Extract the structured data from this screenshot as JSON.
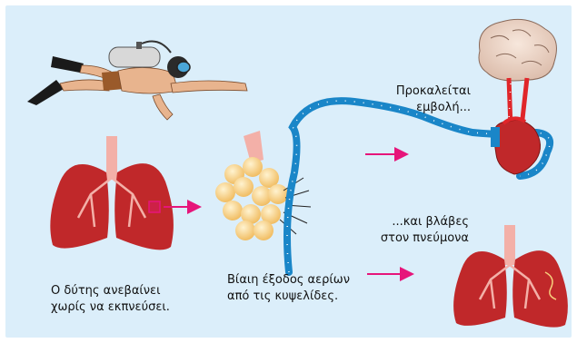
{
  "labels": {
    "diver_line1": "Ο δύτης ανεβαίνει",
    "diver_line2": "χωρίς να εκπνεύσει.",
    "gas_line1": "Βίαιη έξοδος αερίων",
    "gas_line2": "από τις κυψελίδες.",
    "embolism_line1": "Προκαλείται",
    "embolism_line2": "εμβολή...",
    "damage_line1": "...και βλάβες",
    "damage_line2": "στον πνεύμονα"
  },
  "colors": {
    "background": "#dbeefa",
    "lung": "#c0282a",
    "trachea": "#f3b0a8",
    "vessel": "#1a86c8",
    "artery": "#e0262a",
    "arrow": "#e6157a",
    "alveoli": "#f6cf7c"
  },
  "icons": [
    "diver-icon",
    "lungs-icon",
    "alveoli-cluster-icon",
    "blood-vessel-icon",
    "brain-icon",
    "heart-icon",
    "damaged-lungs-icon",
    "arrow-icon"
  ]
}
